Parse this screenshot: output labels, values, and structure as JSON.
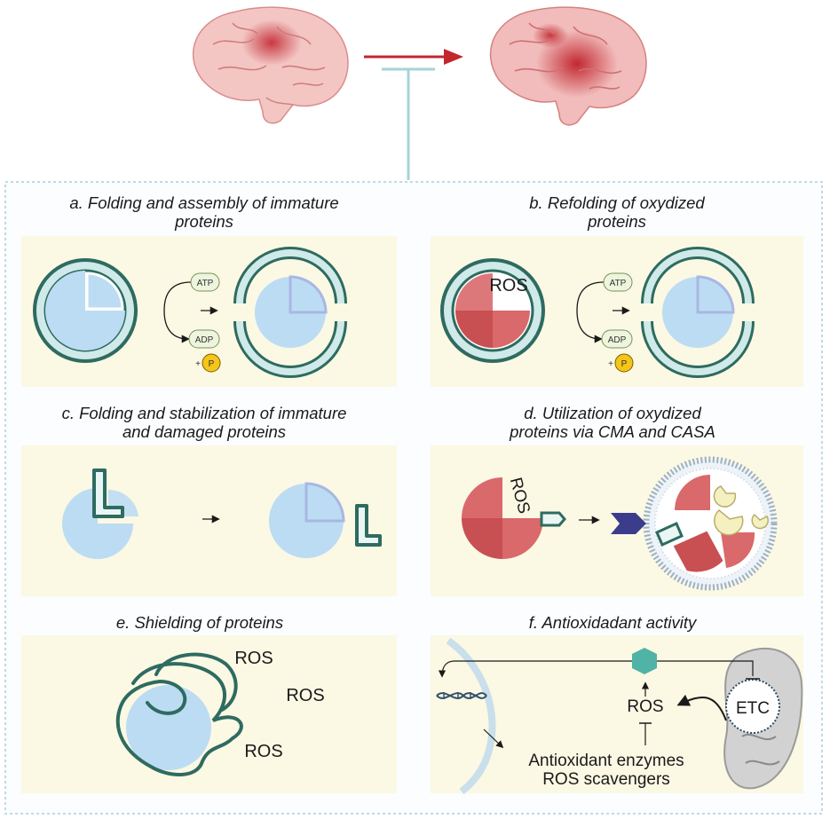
{
  "colors": {
    "panel_bg": "#fbf8e4",
    "chaperone_ring": "#2e6b60",
    "chaperone_fill": "#cfeae8",
    "protein": "#bcdcf3",
    "oxidized_protein": "#d9696b",
    "arrow_red": "#c1272d",
    "inhibit_line": "#a6d3d6",
    "atp_fill": "#eef5dd",
    "phosphate": "#f5c518"
  },
  "icons": [
    "brain-healthy-icon",
    "brain-damaged-icon",
    "dna-icon",
    "mitochondrion-icon",
    "hsp-hexagon-icon",
    "lysosome-icon",
    "lamp2a-receptor-icon"
  ],
  "panels": {
    "a": {
      "title_line1": "a. Folding and assembly of immature",
      "title_line2": "proteins",
      "atp": "ATP",
      "adp": "ADP",
      "plus": "+",
      "p": "P"
    },
    "b": {
      "title_line1": "b. Refolding of oxydized",
      "title_line2": "proteins",
      "ros": "ROS",
      "atp": "ATP",
      "adp": "ADP",
      "plus": "+",
      "p": "P"
    },
    "c": {
      "title_line1": "c. Folding and stabilization of immature",
      "title_line2": "and damaged proteins"
    },
    "d": {
      "title_line1": "d. Utilization of oxydized",
      "title_line2": "proteins via CMA and CASA",
      "ros": "ROS"
    },
    "e": {
      "title": "e. Shielding of proteins",
      "ros1": "ROS",
      "ros2": "ROS",
      "ros3": "ROS"
    },
    "f": {
      "title": "f. Antioxidadant activity",
      "ros": "ROS",
      "etc": "ETC",
      "enzymes": "Antioxidant enzymes",
      "scavengers": "ROS scavengers"
    }
  }
}
